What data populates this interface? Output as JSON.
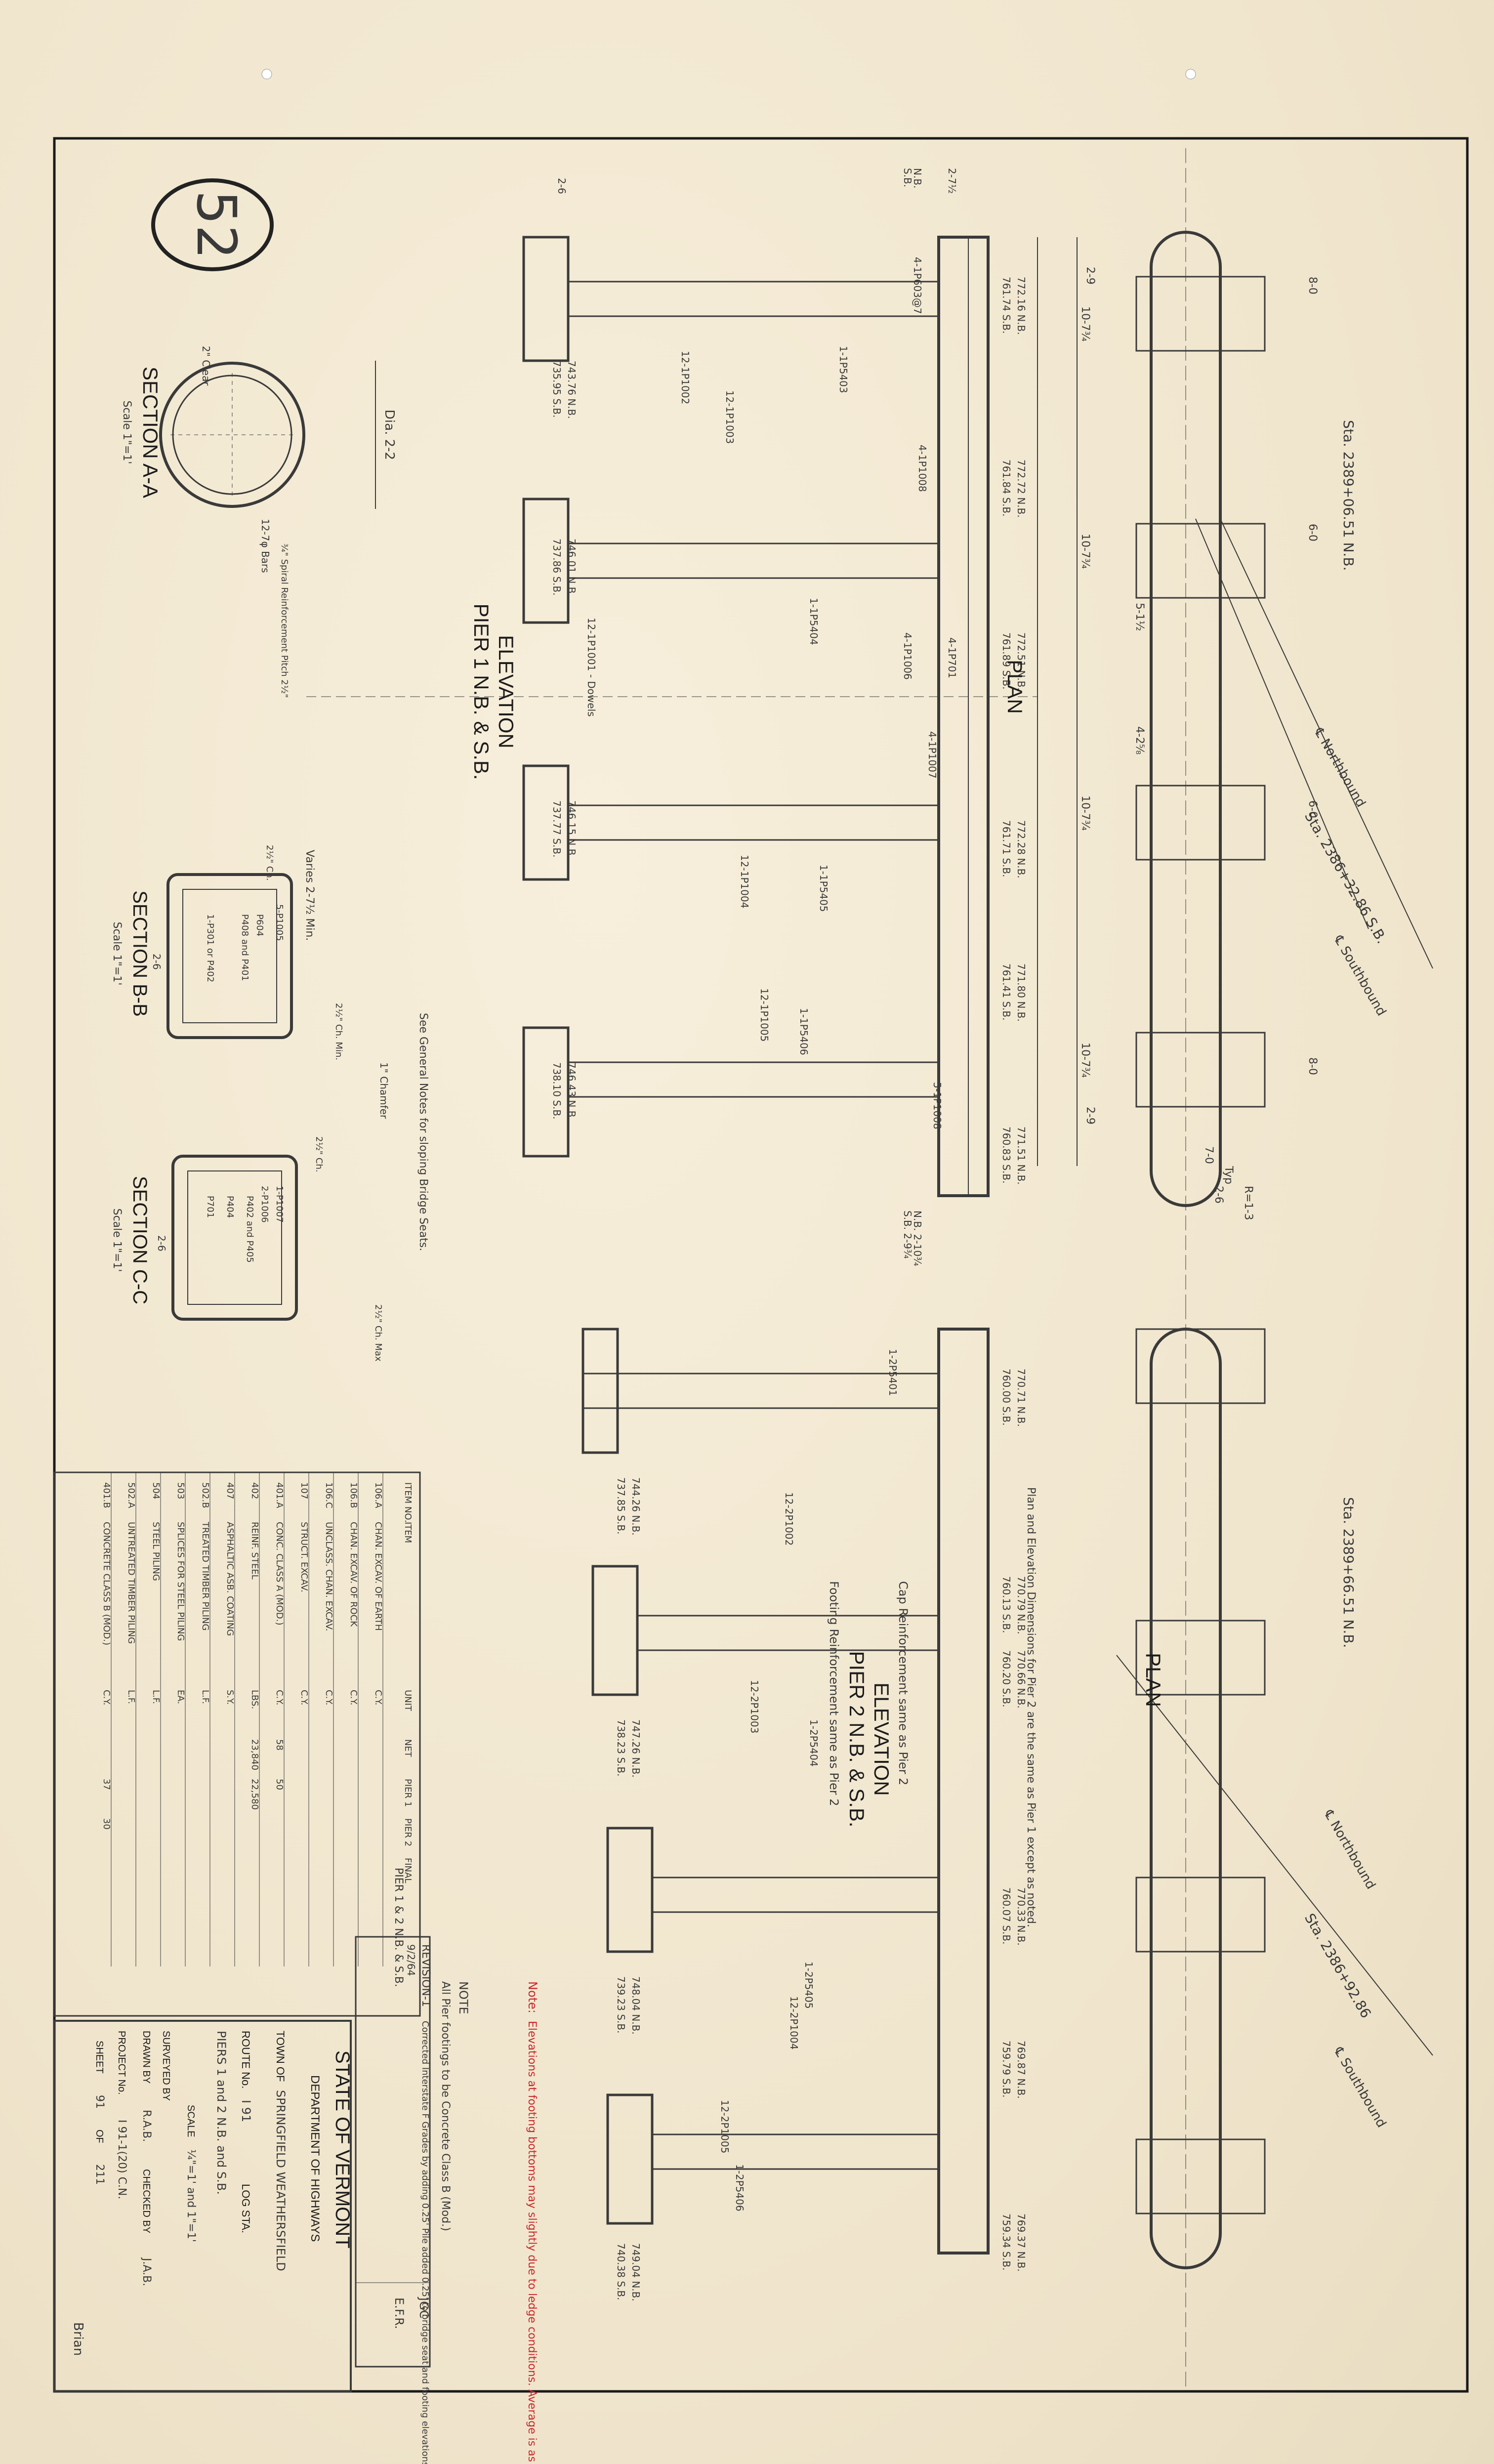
{
  "sheet_number_circled": "52",
  "plan_pier1": {
    "title": "PLAN",
    "station_nb": "Sta. 2389+06.51 N.B.",
    "station_sb": "Sta. 2386+32.86 S.B.",
    "northbound": "℄ Northbound",
    "southbound": "℄ Southbound",
    "dims": [
      "8-0",
      "6-0",
      "6-0",
      "8-0",
      "10-7¾",
      "10-7¾",
      "10-7¾",
      "10-7¾",
      "7-0",
      "2-6",
      "2-9",
      "2-9",
      "Typ",
      "R=1-3",
      "5-1½",
      "4-2⅝"
    ]
  },
  "elevation_pier1": {
    "title": "ELEVATION",
    "subtitle": "PIER 1 N.B. & S.B.",
    "top_dims": [
      "N.B.",
      "S.B.",
      "2-7½",
      "2-6"
    ],
    "bottom_dims": [
      "N.B. 2-10¾",
      "S.B. 2-9¾"
    ],
    "bars": [
      "4-1P603@7",
      "1-1P5403",
      "1-1P5404",
      "12-1P1002",
      "12-1P1003",
      "12-1P1004",
      "12-1P1005",
      "12-1P1001 - Dowels",
      "1-1P5405",
      "1-1P5406",
      "5-1P1008",
      "4-1P1008",
      "4-1P1007",
      "4-1P1006",
      "4-1P701"
    ],
    "elevations": [
      "772.16 N.B.",
      "761.74 S.B.",
      "772.72 N.B.",
      "761.84 S.B.",
      "772.51 N.B.",
      "761.89 S.B.",
      "772.28 N.B.",
      "761.71 S.B.",
      "771.80 N.B.",
      "761.41 S.B.",
      "771.51 N.B.",
      "760.83 S.B.",
      "743.76 N.B.",
      "735.95 S.B.",
      "746.01 N.B.",
      "737.86 S.B.",
      "746.15 N.B.",
      "737.77 S.B.",
      "746.43 N.B.",
      "738.10 S.B."
    ]
  },
  "section_aa": {
    "title": "SECTION A-A",
    "scale": "Scale 1\"=1'",
    "notes": [
      "Dia. 2-2",
      "2\" Clear",
      "12-7φ Bars",
      "¾\" Spiral Reinforcement Pitch 2½\""
    ]
  },
  "section_bb": {
    "title": "SECTION B-B",
    "scale": "Scale 1\"=1'",
    "notes": [
      "Varies 2-7½ Min.",
      "2-6",
      "2½\" Ch.",
      "2½\" Ch. Min.",
      "5-P1005",
      "P604",
      "P408 and P401",
      "1-P301 or P402",
      "1\" Chamfer"
    ]
  },
  "section_cc": {
    "title": "SECTION C-C",
    "scale": "Scale 1\"=1'",
    "notes": [
      "2-6",
      "2½\" Ch.",
      "2½\" Ch. Max",
      "1-P1007",
      "2-P1006",
      "P402 and P405",
      "P404",
      "P701"
    ]
  },
  "general_note": "See General Notes for sloping Bridge Seats.",
  "plan_pier2": {
    "title": "PLAN",
    "note": "Plan and Elevation Dimensions for Pier 2 are the same as Pier 1 except as noted.",
    "station_nb": "Sta. 2389+66.51 N.B.",
    "station_sb": "Sta. 2386+92.86",
    "northbound": "℄ Northbound",
    "southbound": "℄ Southbound"
  },
  "elevation_pier2": {
    "title": "ELEVATION",
    "subtitle": "PIER 2 N.B. & S.B.",
    "notes": [
      "Cap Reinforcement same as Pier 2",
      "Footing Reinforcement same as Pier 2"
    ],
    "bars": [
      "1-2P5401",
      "12-2P1002",
      "12-2P1003",
      "1-2P5404",
      "1-2P5405",
      "12-2P1004",
      "12-2P1005",
      "1-2P5406"
    ],
    "elevations": [
      "770.71 N.B.",
      "760.00 S.B.",
      "770.79 N.B.",
      "760.13 S.B.",
      "770.66 N.B.",
      "760.20 S.B.",
      "770.33 N.B.",
      "760.07 S.B.",
      "769.87 N.B.",
      "759.79 S.B.",
      "769.37 N.B.",
      "759.34 S.B.",
      "744.26 N.B.",
      "737.85 S.B.",
      "747.26 N.B.",
      "738.23 S.B.",
      "748.04 N.B.",
      "739.23 S.B.",
      "749.04 N.B.",
      "740.38 S.B."
    ]
  },
  "red_note": {
    "label": "Note:",
    "text": "Elevations at footing bottoms may slightly due to ledge conditions. Average is as shown by plan."
  },
  "piling_note": {
    "label": "NOTE",
    "text": "All Pier footings to be Concrete Class B (Mod.)"
  },
  "revision_block": {
    "label": "REVISION-1",
    "date": "9/2/64",
    "text": "Corrected Interstate F Grades by adding 0.25' Pile added 0.25' to bridge seat and footing elevations",
    "initials": [
      "JGC",
      "E.F.R."
    ]
  },
  "quantities_table": {
    "title": "PIER 1 & 2 N.B. & S.B.",
    "columns": [
      "ITEM NO.",
      "ITEM",
      "UNIT",
      "NET",
      "PIER 1",
      "PIER 2",
      "FINAL"
    ],
    "rows": [
      [
        "106.A",
        "CHAN. EXCAV. OF EARTH",
        "C.Y.",
        "",
        "",
        "",
        ""
      ],
      [
        "106.B",
        "CHAN. EXCAV. OF ROCK",
        "C.Y.",
        "",
        "",
        "",
        ""
      ],
      [
        "106.C",
        "UNCLASS. CHAN. EXCAV.",
        "C.Y.",
        "",
        "",
        "",
        ""
      ],
      [
        "107",
        "STRUCT. EXCAV.",
        "C.Y.",
        "",
        "",
        "",
        ""
      ],
      [
        "401.A",
        "CONC. CLASS A (MOD.)",
        "C.Y.",
        "58",
        "50",
        "",
        ""
      ],
      [
        "402",
        "REINF. STEEL",
        "LBS.",
        "23,840",
        "22,580",
        "",
        ""
      ],
      [
        "407",
        "ASPHALTIC ASB. COATING",
        "S.Y.",
        "",
        "",
        "",
        ""
      ],
      [
        "502.B",
        "TREATED TIMBER PILING",
        "L.F.",
        "",
        "",
        "",
        ""
      ],
      [
        "503",
        "SPLICES FOR STEEL PILING",
        "EA.",
        "",
        "",
        "",
        ""
      ],
      [
        "504",
        "STEEL PILING",
        "L.F.",
        "",
        "",
        "",
        ""
      ],
      [
        "502.A",
        "UNTREATED TIMBER PILING",
        "L.F.",
        "",
        "",
        "",
        ""
      ],
      [
        "401.B",
        "CONCRETE CLASS B (MOD.)",
        "C.Y.",
        "",
        "37",
        "30",
        ""
      ]
    ]
  },
  "title_block": {
    "state": "STATE OF VERMONT",
    "dept": "DEPARTMENT OF HIGHWAYS",
    "town_label": "TOWN OF",
    "town": "SPRINGFIELD WEATHERSFIELD",
    "route_label": "ROUTE No.",
    "route": "I 91",
    "log_label": "LOG STA.",
    "description": "PIERS 1 and 2 N.B. and S.B.",
    "scale_label": "SCALE",
    "scale": "¼\"=1' and 1\"=1'",
    "surveyed_label": "SURVEYED BY",
    "drawn_label": "DRAWN BY",
    "drawn": "R.A.B.",
    "checked_label": "CHECKED BY",
    "checked": "J.A.B.",
    "project_label": "PROJECT No.",
    "project": "I 91-1(20) C.N.",
    "sheet_label": "SHEET",
    "sheet": "91",
    "of_label": "OF",
    "sheets_total": "211",
    "trace": "Brian"
  },
  "colors": {
    "ink": "#2b2b2b",
    "red": "#c8262a",
    "paper": "#f3ead6",
    "border": "#1a1a1a"
  }
}
